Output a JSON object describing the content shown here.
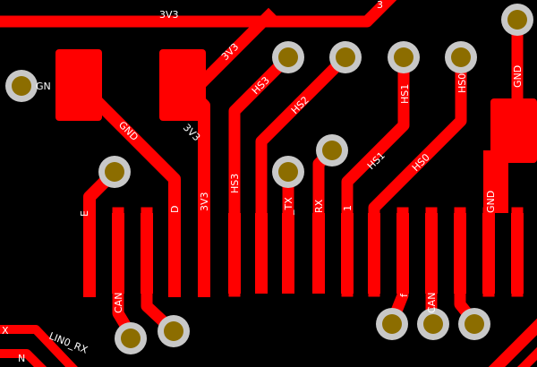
{
  "board": {
    "background_color": "#000000",
    "copper_color": "#ff0000",
    "via_ring_color": "#c8c8c8",
    "via_hole_color": "#8c6d00",
    "label_color": "#ffffff"
  },
  "net_labels": {
    "top_3v3": "3V3",
    "top_right_3": "3",
    "pad_left_gn": "GN",
    "diag_3v3": "3V3",
    "hs3_upper": "HS3",
    "hs2": "HS2",
    "hs1_upper": "HS1",
    "hs0_upper": "HS0",
    "gnd_right_top": "GND",
    "gnd_diag": "GND",
    "three_v3_mid": "3V3",
    "hs1_mid": "HS1",
    "hs0_mid": "HS0",
    "pin_e": "E",
    "pin_d": "D",
    "pin_3v3": "3V3",
    "pin_hs3": "HS3",
    "pin_tx": "_TX",
    "pin_rx": "RX",
    "pin_1": "1",
    "gnd_right_pin": "GND",
    "can_left": "CAN",
    "can_right": "CAN",
    "small_f": "f",
    "bottom_x": "X",
    "bottom_n": "N",
    "lin0_rx": "LIN0_RX"
  }
}
